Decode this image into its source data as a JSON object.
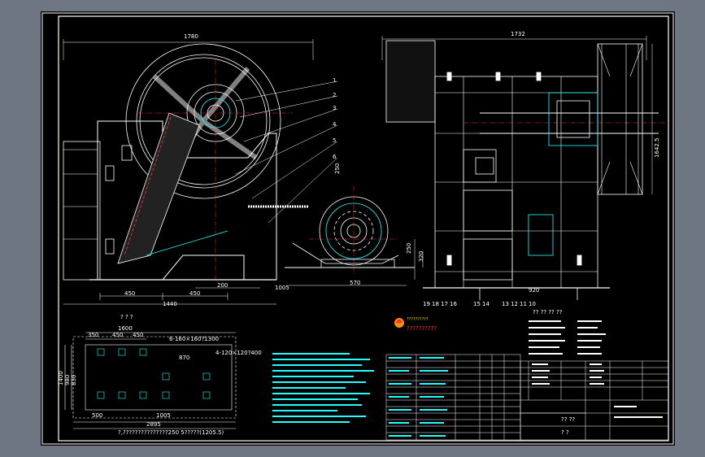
{
  "dims": {
    "width_top": "1780",
    "width_side": "1732",
    "height_side": "1642.5",
    "d450_left": "450",
    "d450_right": "450",
    "d200": "200",
    "d1440": "1440",
    "d1005": "1005",
    "d570": "570",
    "d250": "250",
    "d320_v": "320",
    "d920": "920",
    "d250_top": "250"
  },
  "callouts": {
    "left": [
      "1",
      "2",
      "3",
      "4",
      "5",
      "6"
    ],
    "bottom": [
      "19",
      "18",
      "17",
      "16",
      "15",
      "14",
      "13",
      "12",
      "11",
      "10"
    ]
  },
  "foundation": {
    "title": "? ? ?",
    "d1600": "1600",
    "d350": "350",
    "d450a": "450",
    "d450b": "450",
    "holes1": "6-160×160?1300",
    "holes2": "4-120×120?400",
    "d870": "870",
    "d1400": "1400",
    "d980": "980",
    "d830": "830",
    "d500": "500",
    "d1005": "1005",
    "d2895": "2895",
    "bottom_note": "?,???????????????250 5?????(1205.5)"
  },
  "logo": {
    "top": "??????????",
    "bottom": "??????????"
  },
  "specs_title": "?? ?? ?? ??",
  "title_block": {
    "drawing_name": "?? ??",
    "scale_note": "? ?"
  },
  "colors": {
    "line": "#ffffff",
    "dim": "#00ffff",
    "red": "#ff3030",
    "yellow": "#ffd000",
    "green": "#20d020",
    "frame_bg": "#6f7683"
  }
}
